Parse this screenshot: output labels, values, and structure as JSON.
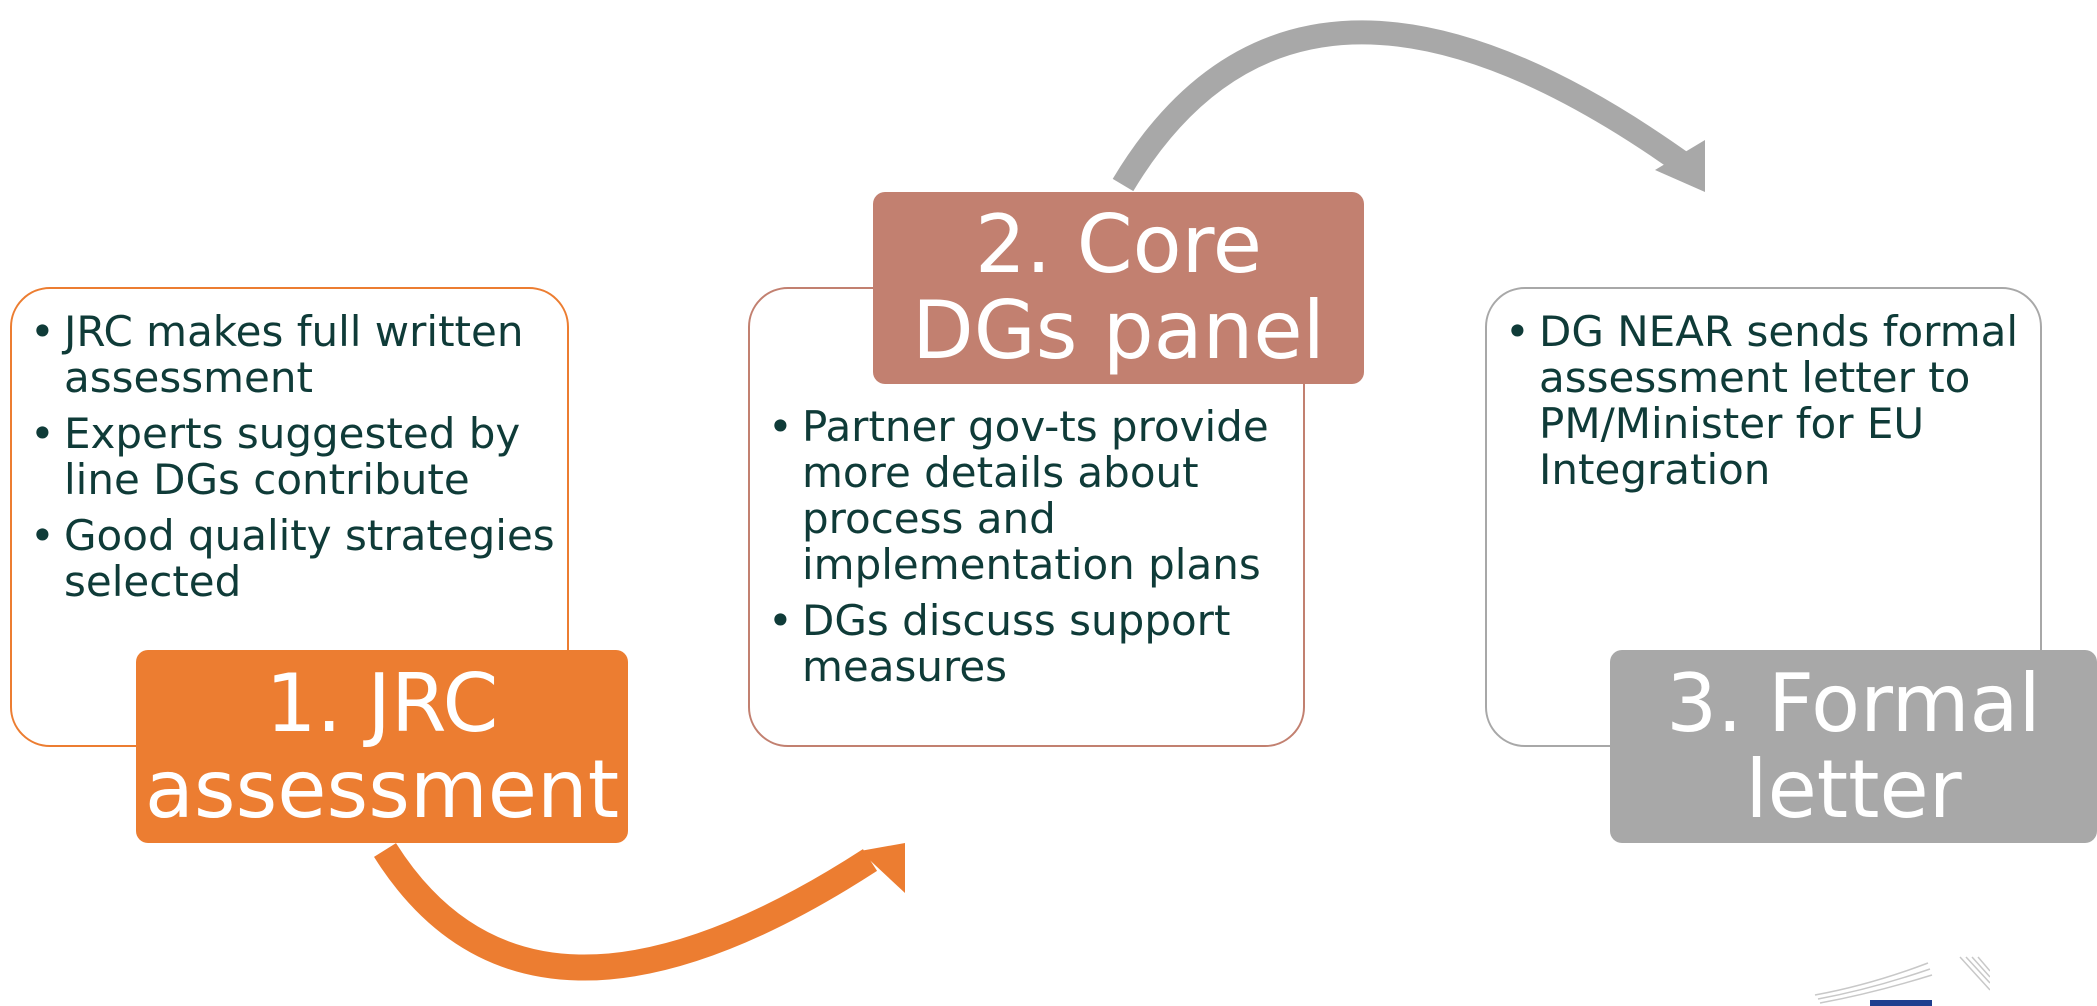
{
  "steps": [
    {
      "label_line1": "1. JRC",
      "label_line2": "assessment",
      "bullets": [
        "JRC makes full written assessment",
        "Experts suggested by line DGs contribute",
        "Good quality strategies selected"
      ]
    },
    {
      "label_line1": "2. Core",
      "label_line2": "DGs panel",
      "bullets": [
        "Partner gov-ts provide more details about process and implementation plans",
        "DGs discuss support measures"
      ]
    },
    {
      "label_line1": "3. Formal",
      "label_line2": "letter",
      "bullets": [
        "DG NEAR sends formal assessment letter to PM/Minister for EU Integration"
      ]
    }
  ],
  "colors": {
    "step1": "#ec7d31",
    "step2": "#c28070",
    "step3": "#a8a8a8",
    "text": "#0f3b38",
    "arrow_bottom": "#ec7d31",
    "arrow_top": "#a8a8a8"
  },
  "icons": {
    "arrow_1_to_2": "curved-arrow-icon",
    "arrow_2_to_3": "curved-arrow-icon",
    "logo": "european-commission-logo"
  }
}
